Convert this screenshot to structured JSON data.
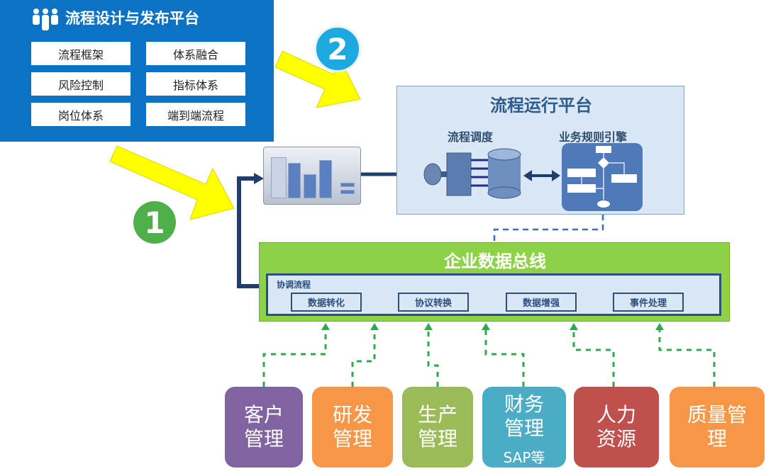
{
  "design_platform": {
    "title": "流程设计与发布平台",
    "icon": "people-icon",
    "items": [
      "流程框架",
      "体系融合",
      "风险控制",
      "指标体系",
      "岗位体系",
      "端到端流程"
    ],
    "color": "#0b72c4"
  },
  "badges": {
    "one": "1",
    "two": "2"
  },
  "runtime_platform": {
    "title": "流程运行平台",
    "scheduling": "流程调度",
    "rules_engine": "业务规则引擎"
  },
  "data_bus": {
    "title": "企业数据总线",
    "coordination": "协调流程",
    "functions": [
      "数据转化",
      "协议转换",
      "数据增强",
      "事件处理"
    ]
  },
  "systems": [
    {
      "line1": "客户",
      "line2": "管理",
      "color": "#8064a2"
    },
    {
      "line1": "研发",
      "line2": "管理",
      "color": "#f79646"
    },
    {
      "line1": "生产",
      "line2": "管理",
      "color": "#9bbb59"
    },
    {
      "line1": "财务",
      "line2": "管理",
      "color": "#4bacc6",
      "note": "SAP等"
    },
    {
      "line1": "人力",
      "line2": "资源",
      "color": "#c0504d"
    },
    {
      "line1": "质量管",
      "line2": "理",
      "color": "#f79646"
    }
  ]
}
